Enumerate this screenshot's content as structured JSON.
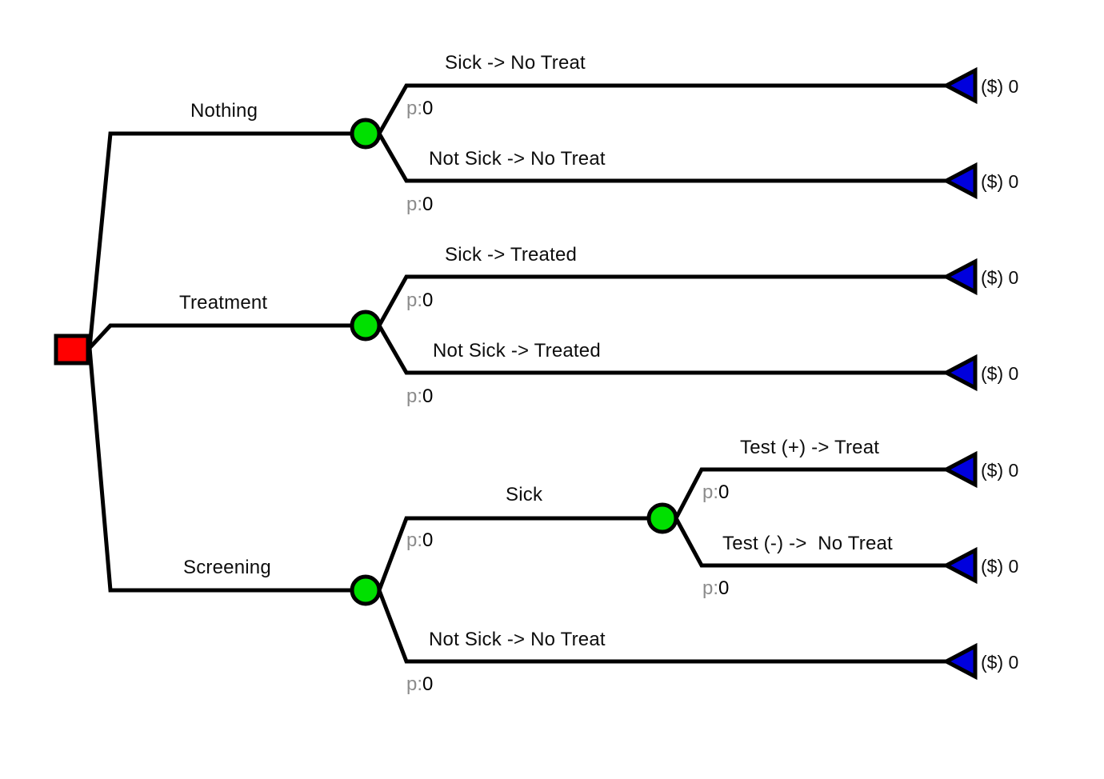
{
  "diagram": {
    "type": "decision-tree",
    "title": "",
    "colors": {
      "decision_node": "#ff0000",
      "chance_node": "#00e000",
      "terminal_node": "#0000dd",
      "branch": "#000000",
      "probability_prefix": "#8c8c8c"
    },
    "root": {
      "node_kind": "decision-node",
      "name": "root-decision-node"
    },
    "probability_prefix": "p:",
    "probability_value": "0",
    "payoff_prefix": "($)",
    "payoff_value": "0",
    "alternatives": [
      {
        "label": "Nothing",
        "chance_node": "nothing-chance-node",
        "outcomes": [
          {
            "label": "Sick -> No Treat",
            "probability": "0",
            "payoff": "($) 0"
          },
          {
            "label": "Not Sick -> No Treat",
            "probability": "0",
            "payoff": "($) 0"
          }
        ]
      },
      {
        "label": "Treatment",
        "chance_node": "treatment-chance-node",
        "outcomes": [
          {
            "label": "Sick -> Treated",
            "probability": "0",
            "payoff": "($) 0"
          },
          {
            "label": "Not Sick -> Treated",
            "probability": "0",
            "payoff": "($) 0"
          }
        ]
      },
      {
        "label": "Screening",
        "chance_node": "screening-chance-node",
        "outcomes": [
          {
            "label": "Sick",
            "probability": "0",
            "payoff": null,
            "chance_node": "test-chance-node",
            "outcomes": [
              {
                "label": "Test (+) -> Treat",
                "probability": "0",
                "payoff": "($) 0"
              },
              {
                "label": "Test (-) ->  No Treat",
                "probability": "0",
                "payoff": "($) 0"
              }
            ]
          },
          {
            "label": "Not Sick -> No Treat",
            "probability": "0",
            "payoff": "($) 0"
          }
        ]
      }
    ],
    "labels": {
      "p_prefix": "p:",
      "zero": "0",
      "payoff": "($) 0",
      "a0": "Nothing",
      "a1": "Treatment",
      "a2": "Screening",
      "o00": "Sick -> No Treat",
      "o01": "Not Sick -> No Treat",
      "o10": "Sick -> Treated",
      "o11": "Not Sick -> Treated",
      "o20": "Sick",
      "o21": "Not Sick -> No Treat",
      "o200": "Test (+) -> Treat",
      "o201": "Test (-) ->  No Treat"
    }
  }
}
